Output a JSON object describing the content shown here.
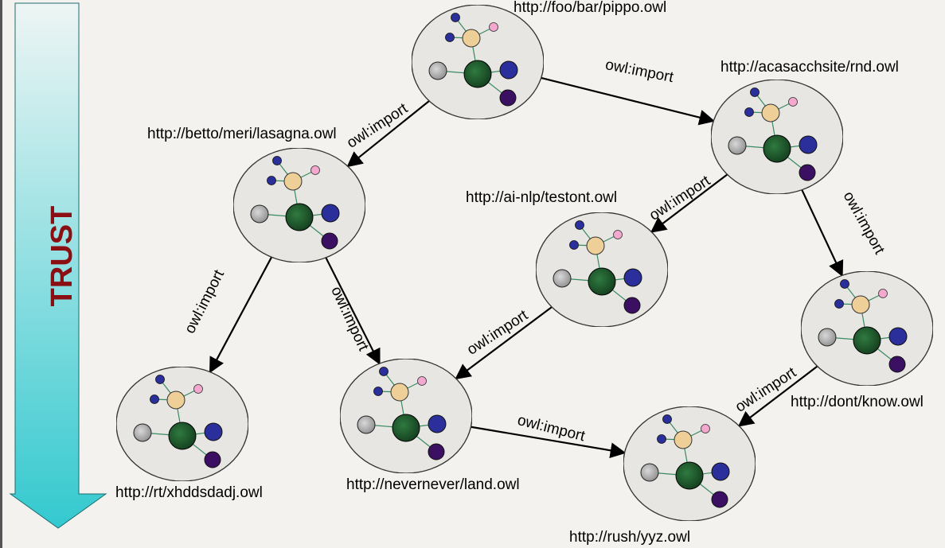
{
  "trust_label": "TRUST",
  "colors": {
    "trust_text": "#8b0f12",
    "arrow_top": "#e8f2f2",
    "arrow_bottom": "#33c9cf",
    "node_fill": "#ecebe7",
    "hub": "#1e5a2c",
    "class_node": "#eecf97",
    "blue_node": "#2b2f9b",
    "purple_node": "#3b1062",
    "pink_node": "#f4a8cf",
    "gray_node": "#a7a7a7"
  },
  "ontologies": [
    {
      "id": "pippo",
      "url": "http://foo/bar/pippo.owl"
    },
    {
      "id": "rnd",
      "url": "http://acasacchsite/rnd.owl"
    },
    {
      "id": "lasagna",
      "url": "http://betto/meri/lasagna.owl"
    },
    {
      "id": "testont",
      "url": "http://ai-nlp/testont.owl"
    },
    {
      "id": "know",
      "url": "http://dont/know.owl"
    },
    {
      "id": "xhdd",
      "url": "http://rt/xhddsdadj.owl"
    },
    {
      "id": "land",
      "url": "http://nevernever/land.owl"
    },
    {
      "id": "yyz",
      "url": "http://rush/yyz.owl"
    }
  ],
  "relations": [
    {
      "from": "pippo",
      "to": "rnd",
      "label": "owl:import"
    },
    {
      "from": "pippo",
      "to": "lasagna",
      "label": "owl:import"
    },
    {
      "from": "rnd",
      "to": "testont",
      "label": "owl:import"
    },
    {
      "from": "rnd",
      "to": "know",
      "label": "owl:import"
    },
    {
      "from": "lasagna",
      "to": "xhdd",
      "label": "owl:import"
    },
    {
      "from": "lasagna",
      "to": "land",
      "label": "owl:import"
    },
    {
      "from": "testont",
      "to": "land",
      "label": "owl:import"
    },
    {
      "from": "land",
      "to": "yyz",
      "label": "owl:import"
    },
    {
      "from": "know",
      "to": "yyz",
      "label": "owl:import"
    }
  ]
}
